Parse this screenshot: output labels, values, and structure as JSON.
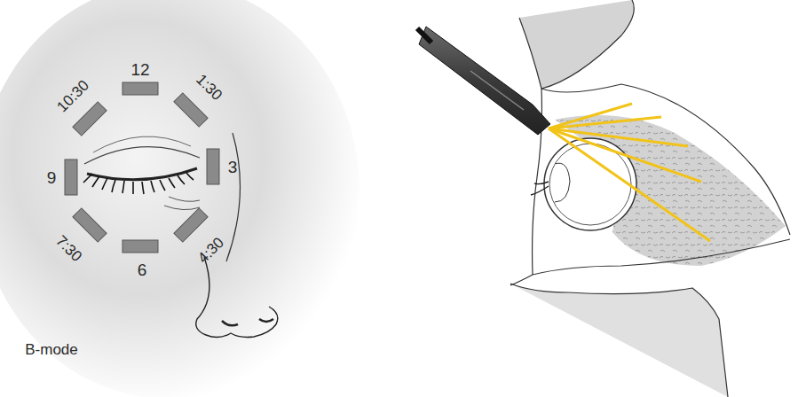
{
  "diagram": {
    "labels": [
      "12",
      "1:30",
      "3",
      "4:30",
      "6",
      "7:30",
      "9",
      "10:30",
      "B-mode"
    ]
  }
}
